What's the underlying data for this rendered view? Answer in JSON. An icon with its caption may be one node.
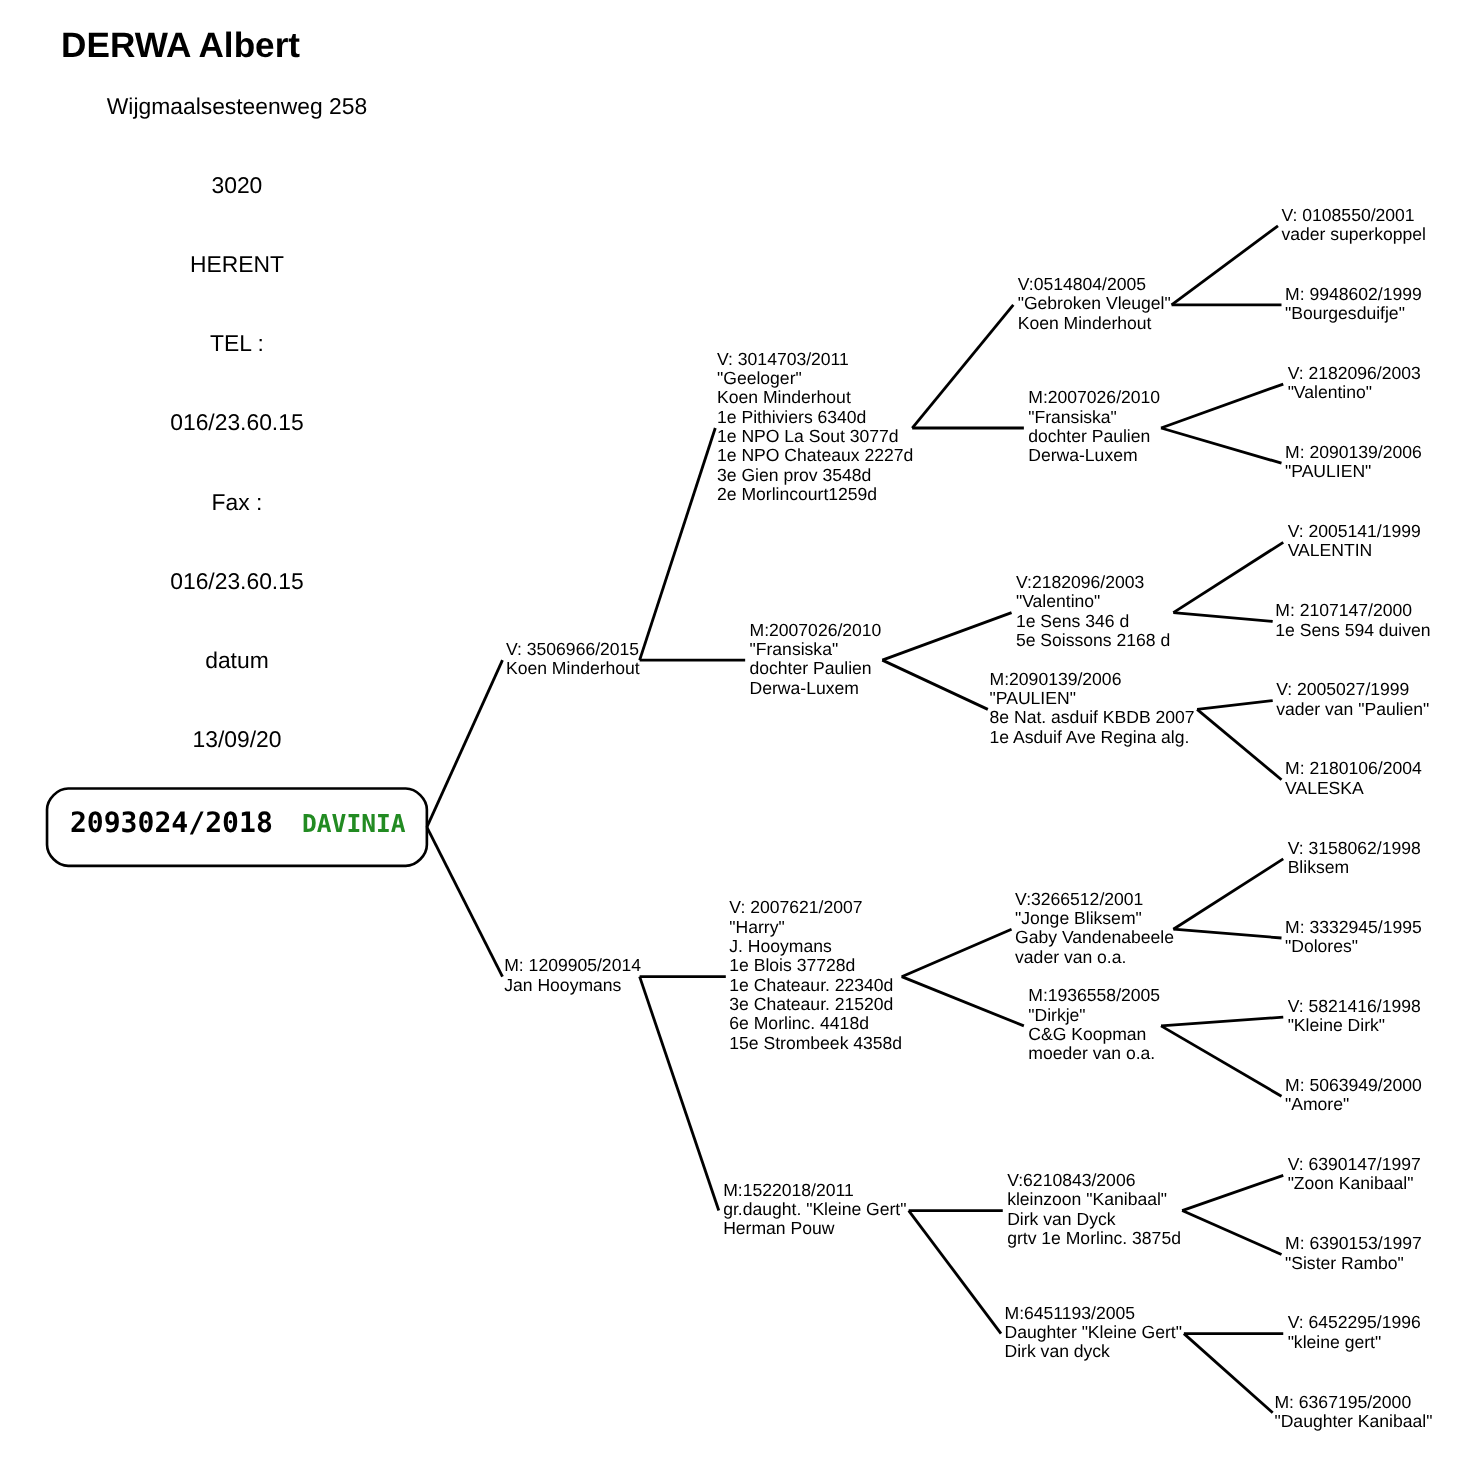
{
  "diagram": {
    "title": "DERWA Albert",
    "nodes": [
      {
        "text": [
          "2093024/2018",
          "DAVINIA"
        ]
      },
      {
        "text": [
          "V: 3506966/2015",
          "Koen Minderhout"
        ]
      },
      {
        "text": [
          "M: 1209905/2014",
          "Jan Hooymans"
        ]
      },
      {
        "text": [
          "V: 3014703/2011",
          "\"Geeloger\"",
          "Koen Minderhout",
          "1e Pithiviers 6340d",
          "1e NPO La Sout 3077d",
          "1e NPO Chateaux 2227d",
          "3e Gien prov 3548d",
          "2e Morlincourt1259d"
        ]
      },
      {
        "text": [
          "M:2007026/2010",
          "\"Fransiska\"",
          "dochter Paulien",
          "Derwa-Luxem"
        ]
      },
      {
        "text": [
          "V: 2007621/2007",
          "\"Harry\"",
          "J. Hooymans",
          "1e Blois 37728d",
          "1e Chateaur. 22340d",
          "3e Chateaur. 21520d",
          "6e Morlinc. 4418d",
          "15e Strombeek 4358d"
        ]
      },
      {
        "text": [
          "M:1522018/2011",
          "gr.daught. \"Kleine Gert\"",
          "Herman Pouw"
        ]
      },
      {
        "text": [
          "V:0514804/2005",
          "\"Gebroken Vleugel\"",
          "Koen Minderhout"
        ]
      },
      {
        "text": [
          "M:2007026/2010",
          "\"Fransiska\"",
          "dochter Paulien",
          "Derwa-Luxem"
        ]
      },
      {
        "text": [
          "V:2182096/2003",
          "\"Valentino\"",
          "1e Sens 346 d",
          "5e Soissons 2168 d"
        ]
      },
      {
        "text": [
          "M:2090139/2006",
          "\"PAULIEN\"",
          "8e Nat. asduif KBDB 2007",
          "1e Asduif Ave Regina alg."
        ]
      },
      {
        "text": [
          "V:3266512/2001",
          "\"Jonge Bliksem\"",
          "Gaby Vandenabeele",
          "vader van o.a."
        ]
      },
      {
        "text": [
          "M:1936558/2005",
          "\"Dirkje\"",
          "C&G Koopman",
          "moeder van o.a."
        ]
      },
      {
        "text": [
          "V:6210843/2006",
          "kleinzoon \"Kanibaal\"",
          "Dirk van Dyck",
          "grtv 1e Morlinc. 3875d"
        ]
      },
      {
        "text": [
          "M:6451193/2005",
          "Daughter \"Kleine Gert\"",
          "Dirk van dyck"
        ]
      },
      {
        "text": [
          "V: 0108550/2001",
          "vader superkoppel"
        ]
      },
      {
        "text": [
          "M: 9948602/1999",
          "\"Bourgesduifje\""
        ]
      },
      {
        "text": [
          "V: 2182096/2003",
          "\"Valentino\""
        ]
      },
      {
        "text": [
          "M: 2090139/2006",
          "\"PAULIEN\""
        ]
      },
      {
        "text": [
          "V: 2005141/1999",
          "VALENTIN"
        ]
      },
      {
        "text": [
          "M: 2107147/2000",
          "1e Sens 594 duiven"
        ]
      },
      {
        "text": [
          "V: 2005027/1999",
          "vader van \"Paulien\""
        ]
      },
      {
        "text": [
          "M: 2180106/2004",
          "VALESKA"
        ]
      },
      {
        "text": [
          "V: 3158062/1998",
          "Bliksem"
        ]
      },
      {
        "text": [
          "M: 3332945/1995",
          "\"Dolores\""
        ]
      },
      {
        "text": [
          "V: 5821416/1998",
          "\"Kleine Dirk\""
        ]
      },
      {
        "text": [
          "M: 5063949/2000",
          "\"Amore\""
        ]
      },
      {
        "text": [
          "V: 6390147/1997",
          "\"Zoon Kanibaal\""
        ]
      },
      {
        "text": [
          "M: 6390153/1997",
          "\"Sister Rambo\""
        ]
      },
      {
        "text": [
          "V: 6452295/1996",
          "\"kleine gert\""
        ]
      },
      {
        "text": [
          "M: 6367195/2000",
          "\"Daughter Kanibaal\""
        ]
      }
    ],
    "edges": [
      {
        "from": 0,
        "to": 1,
        "arrow": "none"
      },
      {
        "from": 0,
        "to": 2,
        "arrow": "none"
      },
      {
        "from": 1,
        "to": 3,
        "arrow": "none"
      },
      {
        "from": 1,
        "to": 4,
        "arrow": "none"
      },
      {
        "from": 2,
        "to": 5,
        "arrow": "none"
      },
      {
        "from": 2,
        "to": 6,
        "arrow": "none"
      },
      {
        "from": 3,
        "to": 7,
        "arrow": "none"
      },
      {
        "from": 3,
        "to": 8,
        "arrow": "none"
      },
      {
        "from": 4,
        "to": 9,
        "arrow": "none"
      },
      {
        "from": 4,
        "to": 10,
        "arrow": "none"
      },
      {
        "from": 5,
        "to": 11,
        "arrow": "none"
      },
      {
        "from": 5,
        "to": 12,
        "arrow": "none"
      },
      {
        "from": 6,
        "to": 13,
        "arrow": "none"
      },
      {
        "from": 6,
        "to": 14,
        "arrow": "none"
      },
      {
        "from": 7,
        "to": 15,
        "arrow": "none"
      },
      {
        "from": 7,
        "to": 16,
        "arrow": "none"
      },
      {
        "from": 8,
        "to": 17,
        "arrow": "none"
      },
      {
        "from": 8,
        "to": 18,
        "arrow": "none"
      },
      {
        "from": 9,
        "to": 19,
        "arrow": "none"
      },
      {
        "from": 9,
        "to": 20,
        "arrow": "none"
      },
      {
        "from": 10,
        "to": 21,
        "arrow": "none"
      },
      {
        "from": 10,
        "to": 22,
        "arrow": "none"
      },
      {
        "from": 11,
        "to": 23,
        "arrow": "none"
      },
      {
        "from": 11,
        "to": 24,
        "arrow": "none"
      },
      {
        "from": 12,
        "to": 25,
        "arrow": "none"
      },
      {
        "from": 12,
        "to": 26,
        "arrow": "none"
      },
      {
        "from": 13,
        "to": 27,
        "arrow": "none"
      },
      {
        "from": 13,
        "to": 28,
        "arrow": "none"
      },
      {
        "from": 14,
        "to": 29,
        "arrow": "none"
      },
      {
        "from": 14,
        "to": 30,
        "arrow": "none"
      }
    ],
    "labels": [
      "Wijgmaalsesteenweg 258",
      "3020",
      "HERENT",
      "TEL :",
      "016/23.60.15",
      "Fax :",
      "016/23.60.15",
      "datum",
      "13/09/20"
    ]
  }
}
